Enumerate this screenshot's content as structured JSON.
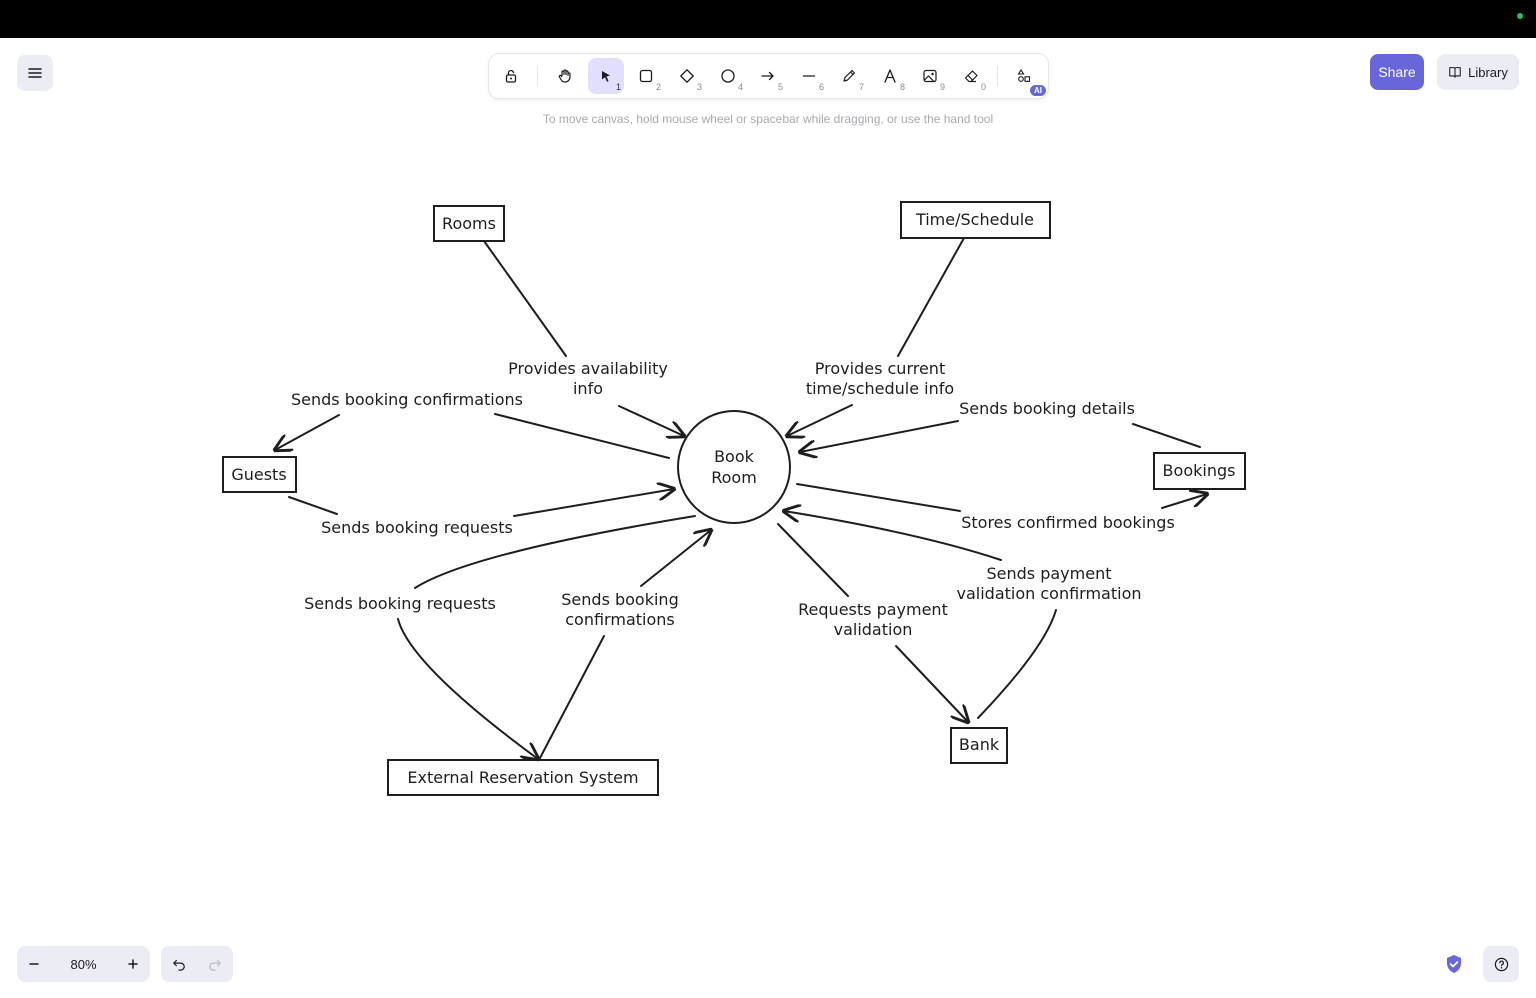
{
  "toolbar": {
    "tools": [
      {
        "name": "lock",
        "key": ""
      },
      {
        "name": "hand",
        "key": ""
      },
      {
        "name": "selection",
        "key": "1"
      },
      {
        "name": "rectangle",
        "key": "2"
      },
      {
        "name": "diamond",
        "key": "3"
      },
      {
        "name": "ellipse",
        "key": "4"
      },
      {
        "name": "arrow",
        "key": "5"
      },
      {
        "name": "line",
        "key": "6"
      },
      {
        "name": "draw",
        "key": "7"
      },
      {
        "name": "text",
        "key": "8"
      },
      {
        "name": "image",
        "key": "9"
      },
      {
        "name": "eraser",
        "key": "0"
      },
      {
        "name": "more-tools",
        "key": ""
      }
    ],
    "ai_badge": "AI"
  },
  "hint": "To move canvas, hold mouse wheel or spacebar while dragging, or use the hand tool",
  "header": {
    "share_label": "Share",
    "library_label": "Library"
  },
  "footer": {
    "zoom": "80%"
  },
  "colors": {
    "accent": "#6965db",
    "active_tool_bg": "#e0dfff",
    "stroke": "#1e1e1e"
  },
  "diagram": {
    "nodes": {
      "rooms": "Rooms",
      "time_schedule": "Time/Schedule",
      "guests": "Guests",
      "bookings": "Bookings",
      "book_room_line1": "Book",
      "book_room_line2": "Room",
      "external_reservation_system": "External Reservation System",
      "bank": "Bank"
    },
    "labels": {
      "provides_availability_line1": "Provides availability",
      "provides_availability_line2": "info",
      "provides_time_line1": "Provides current",
      "provides_time_line2": "time/schedule info",
      "sends_booking_confirmations_guests": "Sends booking confirmations",
      "sends_booking_details": "Sends booking details",
      "sends_booking_requests_guests": "Sends booking requests",
      "stores_confirmed_bookings": "Stores confirmed bookings",
      "sends_booking_requests_ext": "Sends booking requests",
      "sends_booking_confirmations_ext_line1": "Sends booking",
      "sends_booking_confirmations_ext_line2": "confirmations",
      "requests_payment_line1": "Requests payment",
      "requests_payment_line2": "validation",
      "sends_payment_line1": "Sends payment",
      "sends_payment_line2": "validation confirmation"
    }
  }
}
